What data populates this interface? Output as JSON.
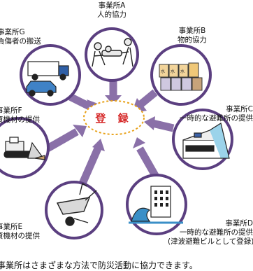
{
  "center": {
    "label": "登 録"
  },
  "offices": {
    "A": {
      "name": "事業所A",
      "desc": [
        "人的協力"
      ]
    },
    "B": {
      "name": "事業所B",
      "desc": [
        "物的協力"
      ]
    },
    "C": {
      "name": "事業所C",
      "desc": [
        "一時的な避難所の提供"
      ]
    },
    "D": {
      "name": "事業所D",
      "desc": [
        "一時的な避難所の提供",
        "(津波避難ビルとして登録)"
      ]
    },
    "E": {
      "name": "事業所E",
      "desc": [
        "資機材の提供"
      ]
    },
    "F": {
      "name": "事業所F",
      "desc": [
        "資機材の提供"
      ]
    },
    "G": {
      "name": "事業所G",
      "desc": [
        "負傷者の搬送"
      ]
    }
  },
  "caption": "事業所はさまざまな方法で防災活動に協力できます。",
  "colors": {
    "circle_border": "#5b3f80",
    "arrow": "#8a70a8",
    "center_dash": "#e8a21a",
    "center_text": "#d62a2a"
  },
  "icons": {
    "A": "people-carrying-stretcher-icon",
    "B": "supply-jars-icon",
    "C": "shelter-building-icon",
    "D": "tsunami-building-icon",
    "E": "wheelbarrow-tools-icon",
    "F": "bulldozer-icon",
    "G": "ambulance-truck-icon"
  }
}
